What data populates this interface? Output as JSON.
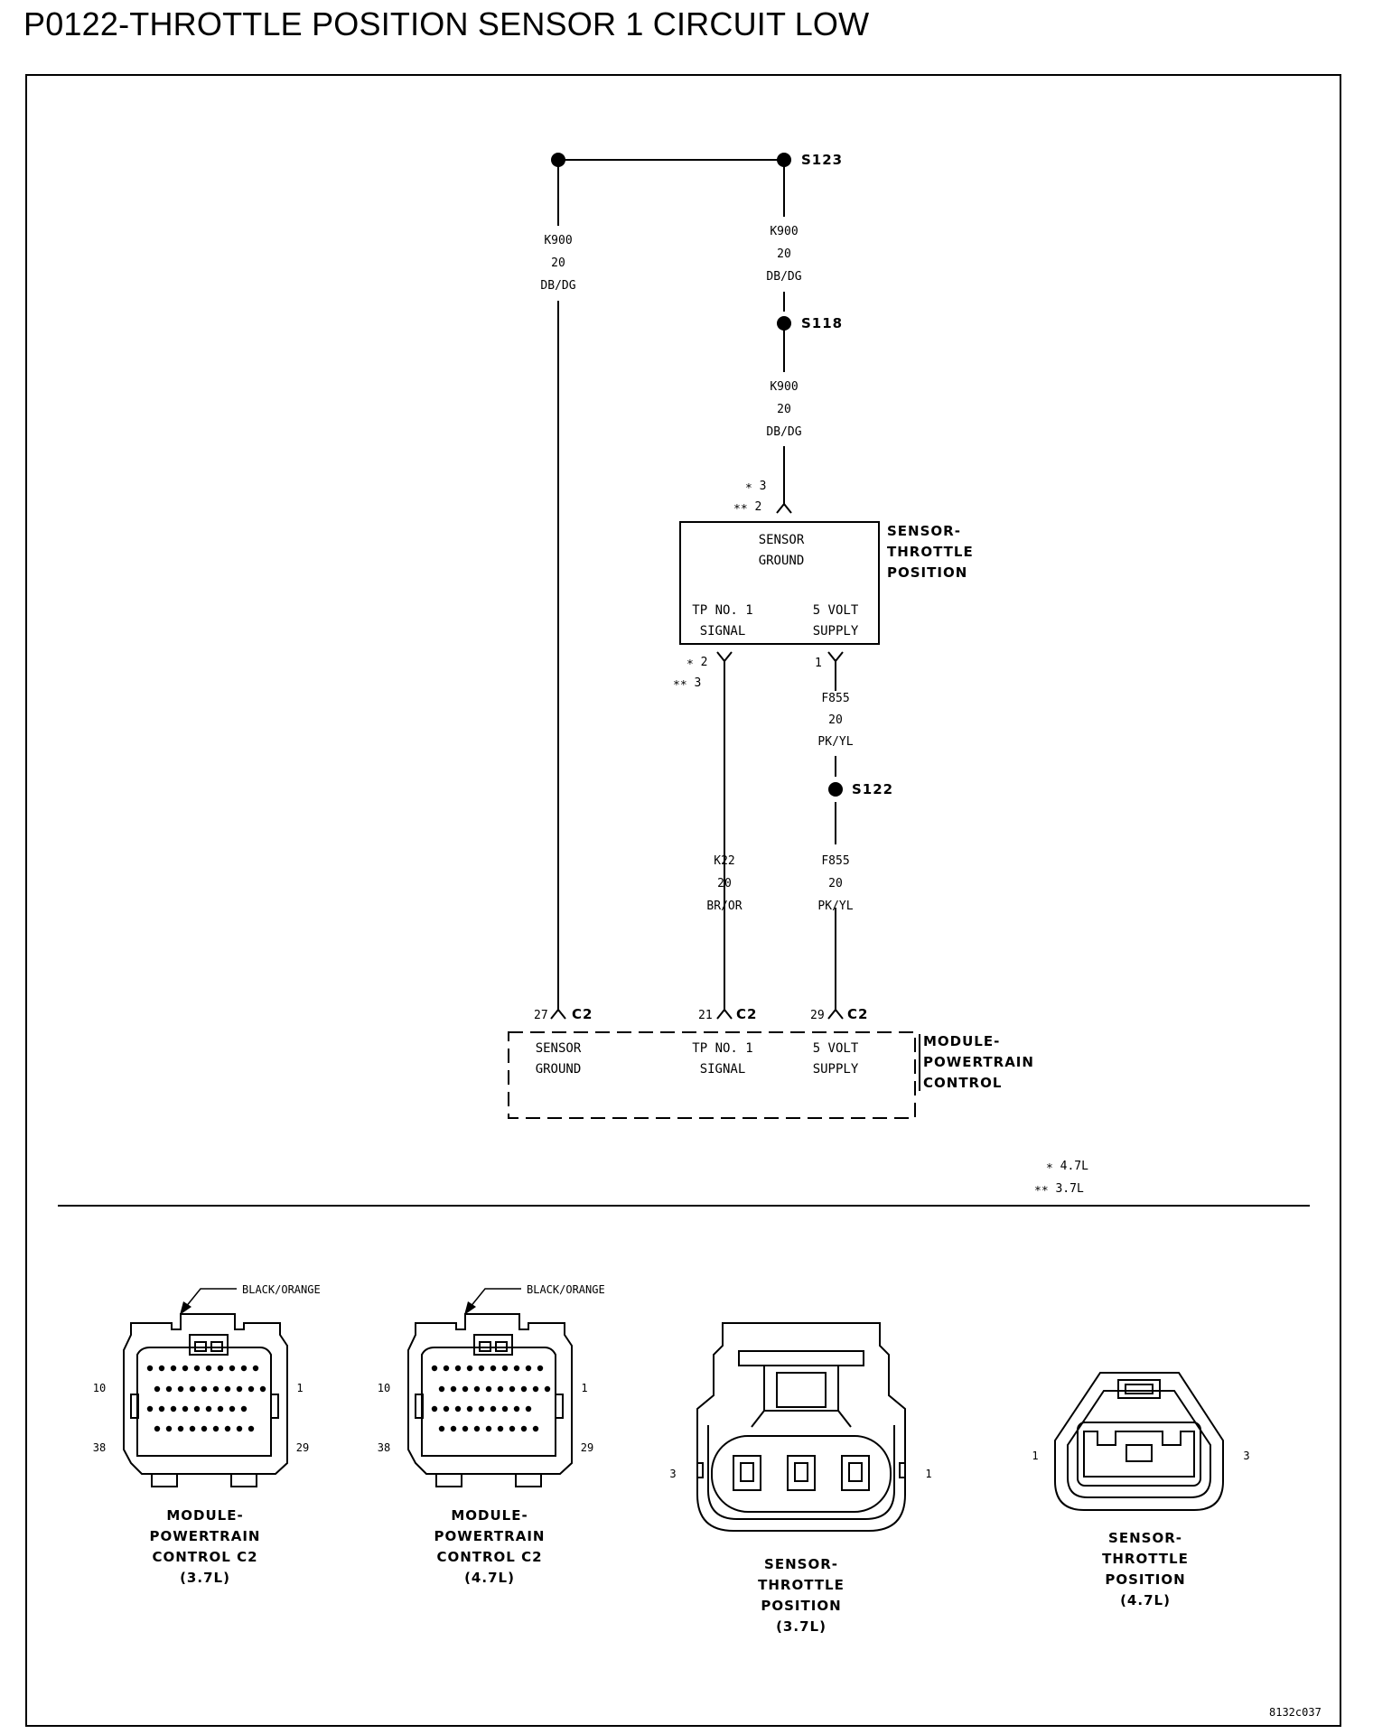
{
  "title": "P0122-THROTTLE POSITION SENSOR 1 CIRCUIT LOW",
  "splices": {
    "s123": "S123",
    "s118": "S118",
    "s122": "S122"
  },
  "wires": {
    "left_k900": [
      "K900",
      "20",
      "DB/DG"
    ],
    "k900_a": [
      "K900",
      "20",
      "DB/DG"
    ],
    "k900_b": [
      "K900",
      "20",
      "DB/DG"
    ],
    "f855_a": [
      "F855",
      "20",
      "PK/YL"
    ],
    "k22": [
      "K22",
      "20",
      "BR/OR"
    ],
    "f855_b": [
      "F855",
      "20",
      "PK/YL"
    ]
  },
  "sensor": {
    "name_lines": [
      "SENSOR-",
      "THROTTLE",
      "POSITION"
    ],
    "ground_lines": [
      "SENSOR",
      "GROUND"
    ],
    "signal_lines": [
      "TP NO. 1",
      "SIGNAL"
    ],
    "supply_lines": [
      "5 VOLT",
      "SUPPLY"
    ],
    "pin_ground_a": "∗ 3",
    "pin_ground_b": "∗∗ 2",
    "pin_signal_a": "∗ 2",
    "pin_signal_b": "∗∗ 3",
    "pin_supply": "1"
  },
  "module": {
    "name_lines": [
      "MODULE-",
      "POWERTRAIN",
      "CONTROL"
    ],
    "ground_lines": [
      "SENSOR",
      "GROUND"
    ],
    "signal_lines": [
      "TP NO. 1",
      "SIGNAL"
    ],
    "supply_lines": [
      "5 VOLT",
      "SUPPLY"
    ],
    "pin_ground": "27",
    "pin_signal": "21",
    "pin_supply": "29",
    "connector": "C2"
  },
  "legend": {
    "single": "∗ 4.7L",
    "double": "∗∗ 3.7L"
  },
  "connectors": [
    {
      "label_lines": [
        "MODULE-",
        "POWERTRAIN",
        "CONTROL C2",
        "(3.7L)"
      ],
      "callout": "BLACK/ORANGE",
      "pins": [
        "10",
        "1",
        "38",
        "29"
      ]
    },
    {
      "label_lines": [
        "MODULE-",
        "POWERTRAIN",
        "CONTROL C2",
        "(4.7L)"
      ],
      "callout": "BLACK/ORANGE",
      "pins": [
        "10",
        "1",
        "38",
        "29"
      ]
    },
    {
      "label_lines": [
        "SENSOR-",
        "THROTTLE",
        "POSITION",
        "(3.7L)"
      ],
      "pins": [
        "3",
        "1"
      ]
    },
    {
      "label_lines": [
        "SENSOR-",
        "THROTTLE",
        "POSITION",
        "(4.7L)"
      ],
      "pins": [
        "1",
        "3"
      ]
    }
  ],
  "figure_code": "8132c037"
}
